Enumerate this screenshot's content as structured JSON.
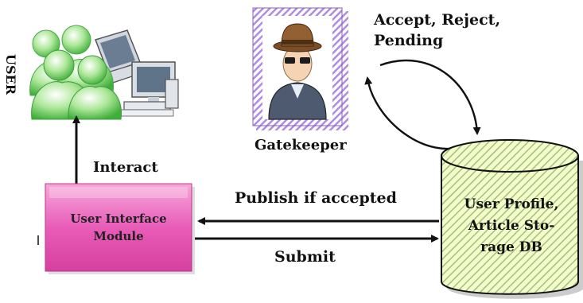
{
  "nodes": {
    "user": {
      "label": "USER"
    },
    "gatekeeper": {
      "label": "Gatekeeper"
    },
    "ui_module": {
      "line1": "User Interface",
      "line2": "Module"
    },
    "database": {
      "line1": "User Profile,",
      "line2": "Article Sto-",
      "line3": "rage DB"
    }
  },
  "edges": {
    "gatekeeper_db": {
      "line1": "Accept, Reject,",
      "line2": "Pending"
    },
    "user_ui": {
      "label": "Interact"
    },
    "db_to_ui": {
      "label": "Publish if accepted"
    },
    "ui_to_db": {
      "label": "Submit"
    }
  },
  "colors": {
    "ui_module_fill": "#e85cb8",
    "database_fill": "#f2fbc2",
    "gatekeeper_frame": "#a07ad0",
    "people_green": "#6ccf58"
  }
}
